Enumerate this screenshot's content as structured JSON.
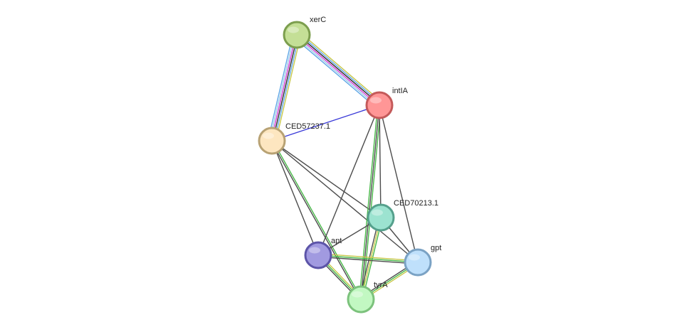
{
  "network": {
    "edge_colors": {
      "text": "#c8c84a",
      "db": "#5fa7e6",
      "exp": "#2d2d2d",
      "cooc": "#3a3ad8",
      "coexp": "#4c4c4c",
      "nbr": "#48b848",
      "fusion": "#d43ad4",
      "homology": "#9ec9e8"
    },
    "nodes": [
      {
        "id": "xerC",
        "label": "xerC",
        "fill": "#c4df96",
        "stroke": "#7c9e4e"
      },
      {
        "id": "intIA",
        "label": "intIA",
        "fill": "#ff9696",
        "stroke": "#c45a5a"
      },
      {
        "id": "CED57237.1",
        "label": "CED57237.1",
        "fill": "#fde6c0",
        "stroke": "#b8a274"
      },
      {
        "id": "CED70213.1",
        "label": "CED70213.1",
        "fill": "#9ce3d0",
        "stroke": "#55a08c"
      },
      {
        "id": "apt",
        "label": "apt",
        "fill": "#a19ae0",
        "stroke": "#5c54a8"
      },
      {
        "id": "gpt",
        "label": "gpt",
        "fill": "#bfe0fb",
        "stroke": "#7aa2c4"
      },
      {
        "id": "tyrA",
        "label": "tyrA",
        "fill": "#c2f8c2",
        "stroke": "#7cc27c"
      }
    ],
    "edges": [
      {
        "source": "xerC",
        "target": "intIA",
        "types": [
          "text",
          "db",
          "exp",
          "fusion",
          "homology",
          "db"
        ]
      },
      {
        "source": "xerC",
        "target": "CED57237.1",
        "types": [
          "text",
          "db",
          "exp",
          "fusion",
          "homology",
          "db"
        ]
      },
      {
        "source": "CED57237.1",
        "target": "intIA",
        "types": [
          "cooc"
        ]
      },
      {
        "source": "CED57237.1",
        "target": "apt",
        "types": [
          "coexp"
        ]
      },
      {
        "source": "CED57237.1",
        "target": "tyrA",
        "types": [
          "nbr",
          "coexp"
        ]
      },
      {
        "source": "CED57237.1",
        "target": "CED70213.1",
        "types": [
          "coexp"
        ]
      },
      {
        "source": "CED57237.1",
        "target": "gpt",
        "types": [
          "coexp"
        ]
      },
      {
        "source": "intIA",
        "target": "apt",
        "types": [
          "coexp"
        ]
      },
      {
        "source": "intIA",
        "target": "tyrA",
        "types": [
          "nbr",
          "coexp",
          "nbr"
        ]
      },
      {
        "source": "intIA",
        "target": "CED70213.1",
        "types": [
          "coexp"
        ]
      },
      {
        "source": "intIA",
        "target": "gpt",
        "types": [
          "coexp"
        ]
      },
      {
        "source": "CED70213.1",
        "target": "apt",
        "types": [
          "coexp"
        ]
      },
      {
        "source": "CED70213.1",
        "target": "tyrA",
        "types": [
          "nbr",
          "text",
          "coexp"
        ]
      },
      {
        "source": "CED70213.1",
        "target": "gpt",
        "types": [
          "coexp"
        ]
      },
      {
        "source": "apt",
        "target": "gpt",
        "types": [
          "text",
          "nbr",
          "coexp"
        ]
      },
      {
        "source": "apt",
        "target": "tyrA",
        "types": [
          "text",
          "nbr",
          "coexp"
        ]
      },
      {
        "source": "gpt",
        "target": "tyrA",
        "types": [
          "text",
          "nbr",
          "coexp"
        ]
      }
    ]
  }
}
